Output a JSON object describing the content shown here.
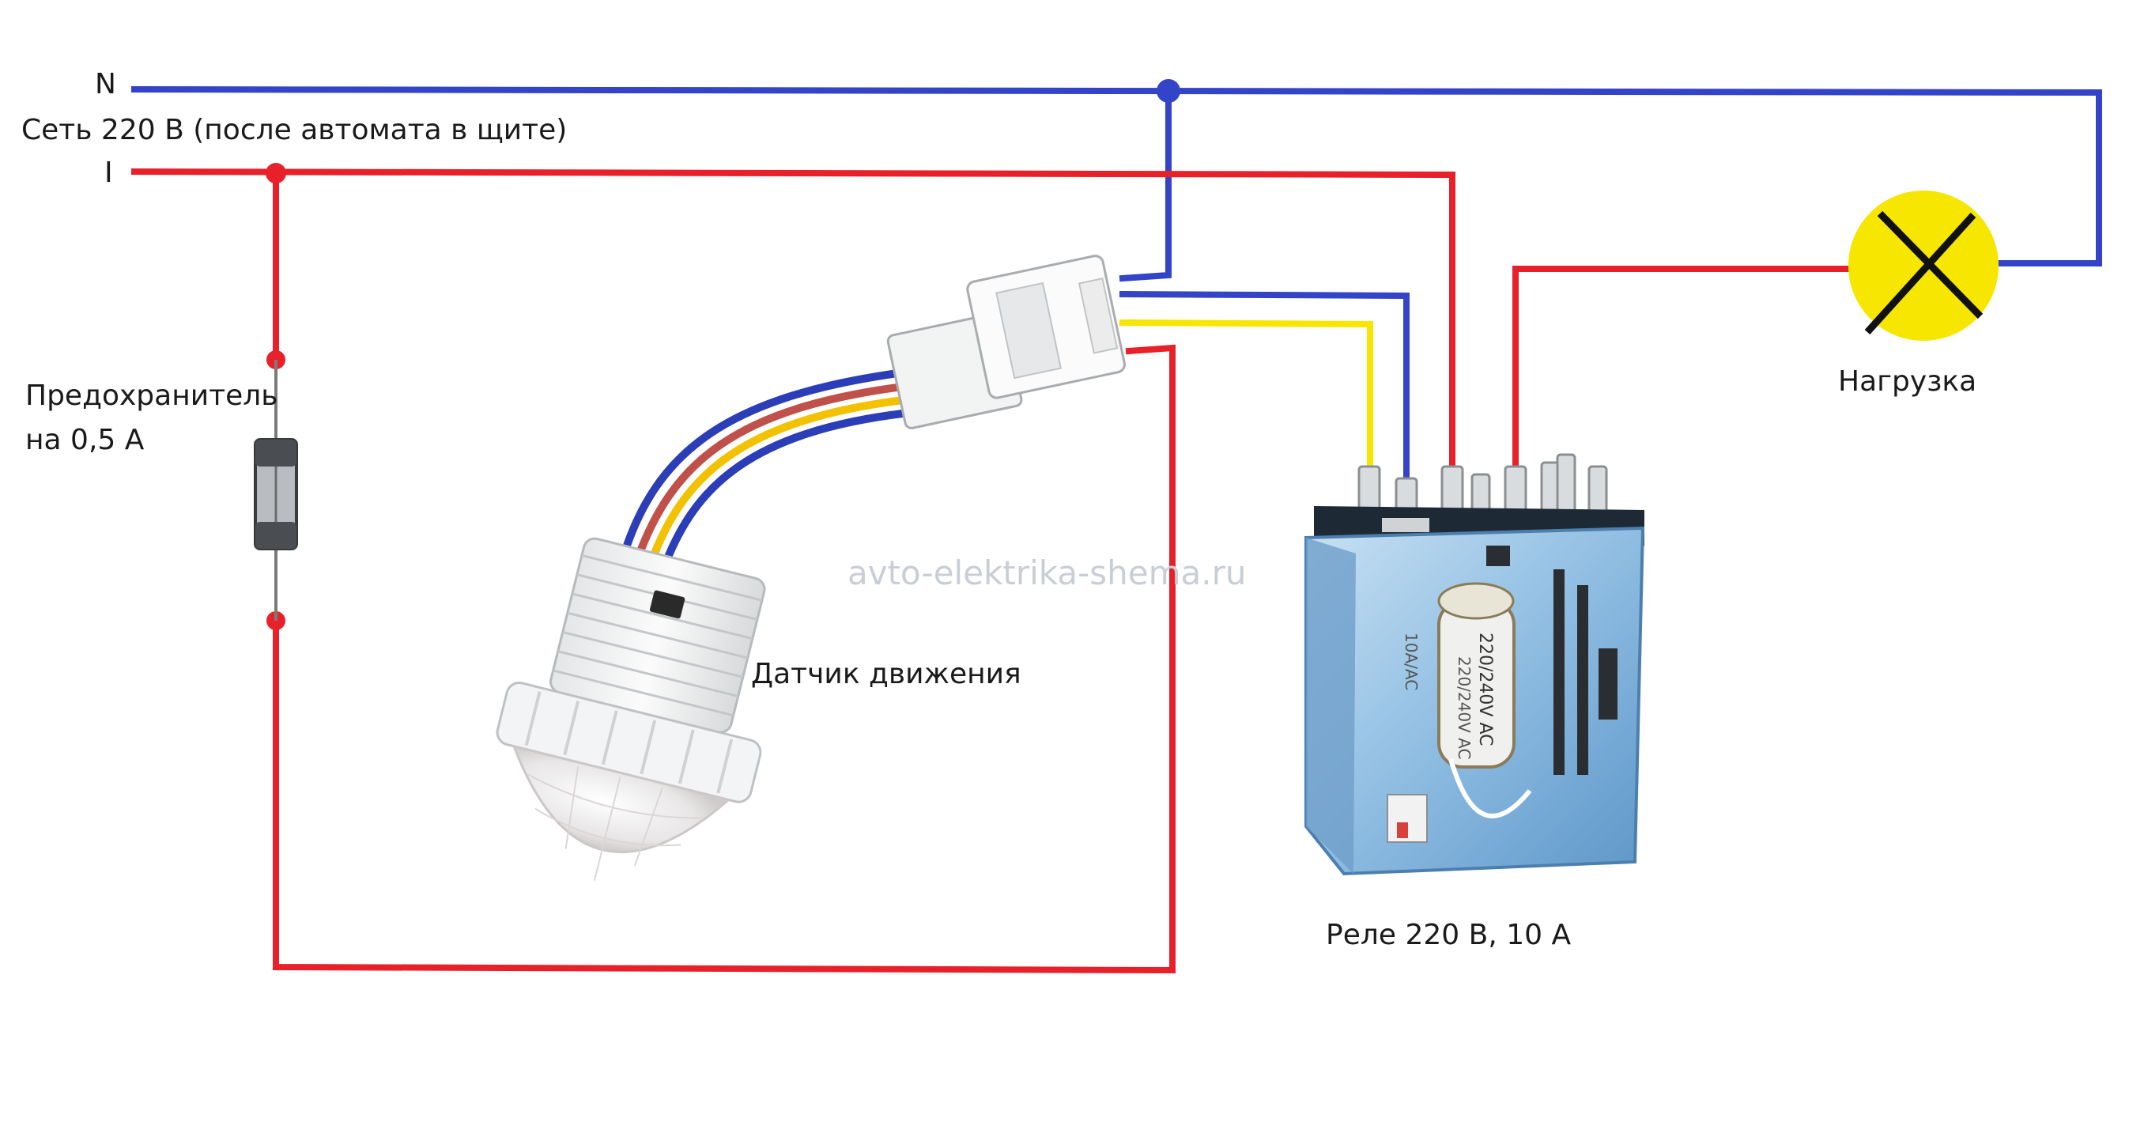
{
  "labels": {
    "neutral": "N",
    "line": "I",
    "network": "Сеть 220 В (после автомата в щите)",
    "fuse_line1": "Предохранитель",
    "fuse_line2": "на 0,5 А",
    "sensor": "Датчик движения",
    "relay": "Реле 220 В, 10 А",
    "load": "Нагрузка"
  },
  "watermark": "avto-elektrika-shema.ru",
  "relay_marking": {
    "coil": "220/240V AC",
    "coil2": "220/240V AC",
    "side": "10A/AC"
  },
  "colors": {
    "phase_wire": "#e8202a",
    "neutral_wire": "#3344c8",
    "signal_wire": "#f6e600",
    "sensor_cable_brown": "#c0504a",
    "lamp": "#f6e600",
    "relay_body": "#9cc6e8"
  },
  "icons": [
    "fuse-icon",
    "motion-sensor-icon",
    "connector-icon",
    "relay-icon",
    "lamp-icon"
  ]
}
